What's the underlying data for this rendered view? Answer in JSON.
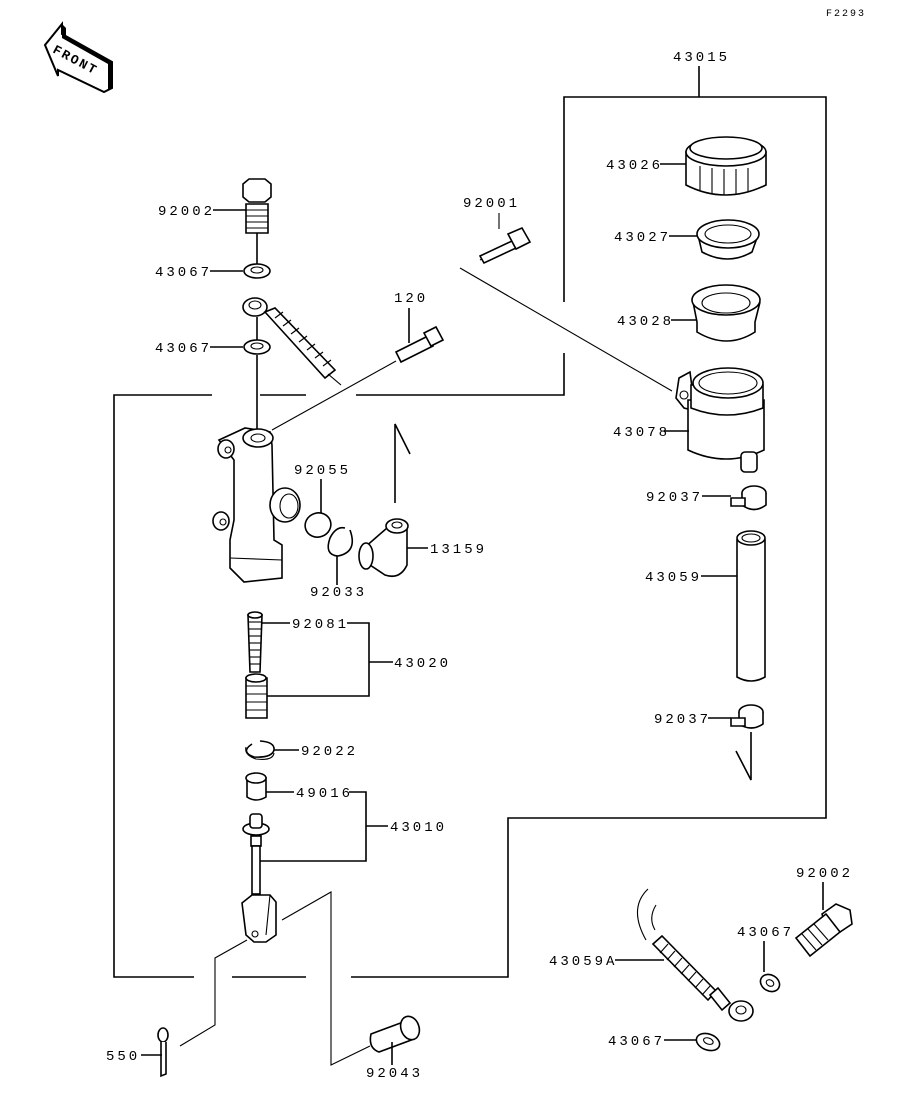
{
  "figure_code": "F2293",
  "direction_label": "FRONT",
  "labels": {
    "assy_43015": "43015",
    "cap_43026": "43026",
    "plate_43027": "43027",
    "diaphragm_43028": "43028",
    "reservoir_43078": "43078",
    "clamp_92037_top": "92037",
    "hose_43059": "43059",
    "clamp_92037_bottom": "92037",
    "bolt_92001": "92001",
    "bolt_92002_top": "92002",
    "washer_43067_a": "43067",
    "washer_43067_b": "43067",
    "screw_120": "120",
    "oring_92055": "92055",
    "circlip_92033": "92033",
    "fitting_13159": "13159",
    "spring_92081": "92081",
    "piston_kit_43020": "43020",
    "circlip_92022": "92022",
    "boot_49016": "49016",
    "pushrod_43010": "43010",
    "cotter_pin_550": "550",
    "pin_92043": "92043",
    "bolt_92002_bottom": "92002",
    "washer_43067_c": "43067",
    "brake_hose_43059A": "43059A",
    "washer_43067_d": "43067"
  }
}
